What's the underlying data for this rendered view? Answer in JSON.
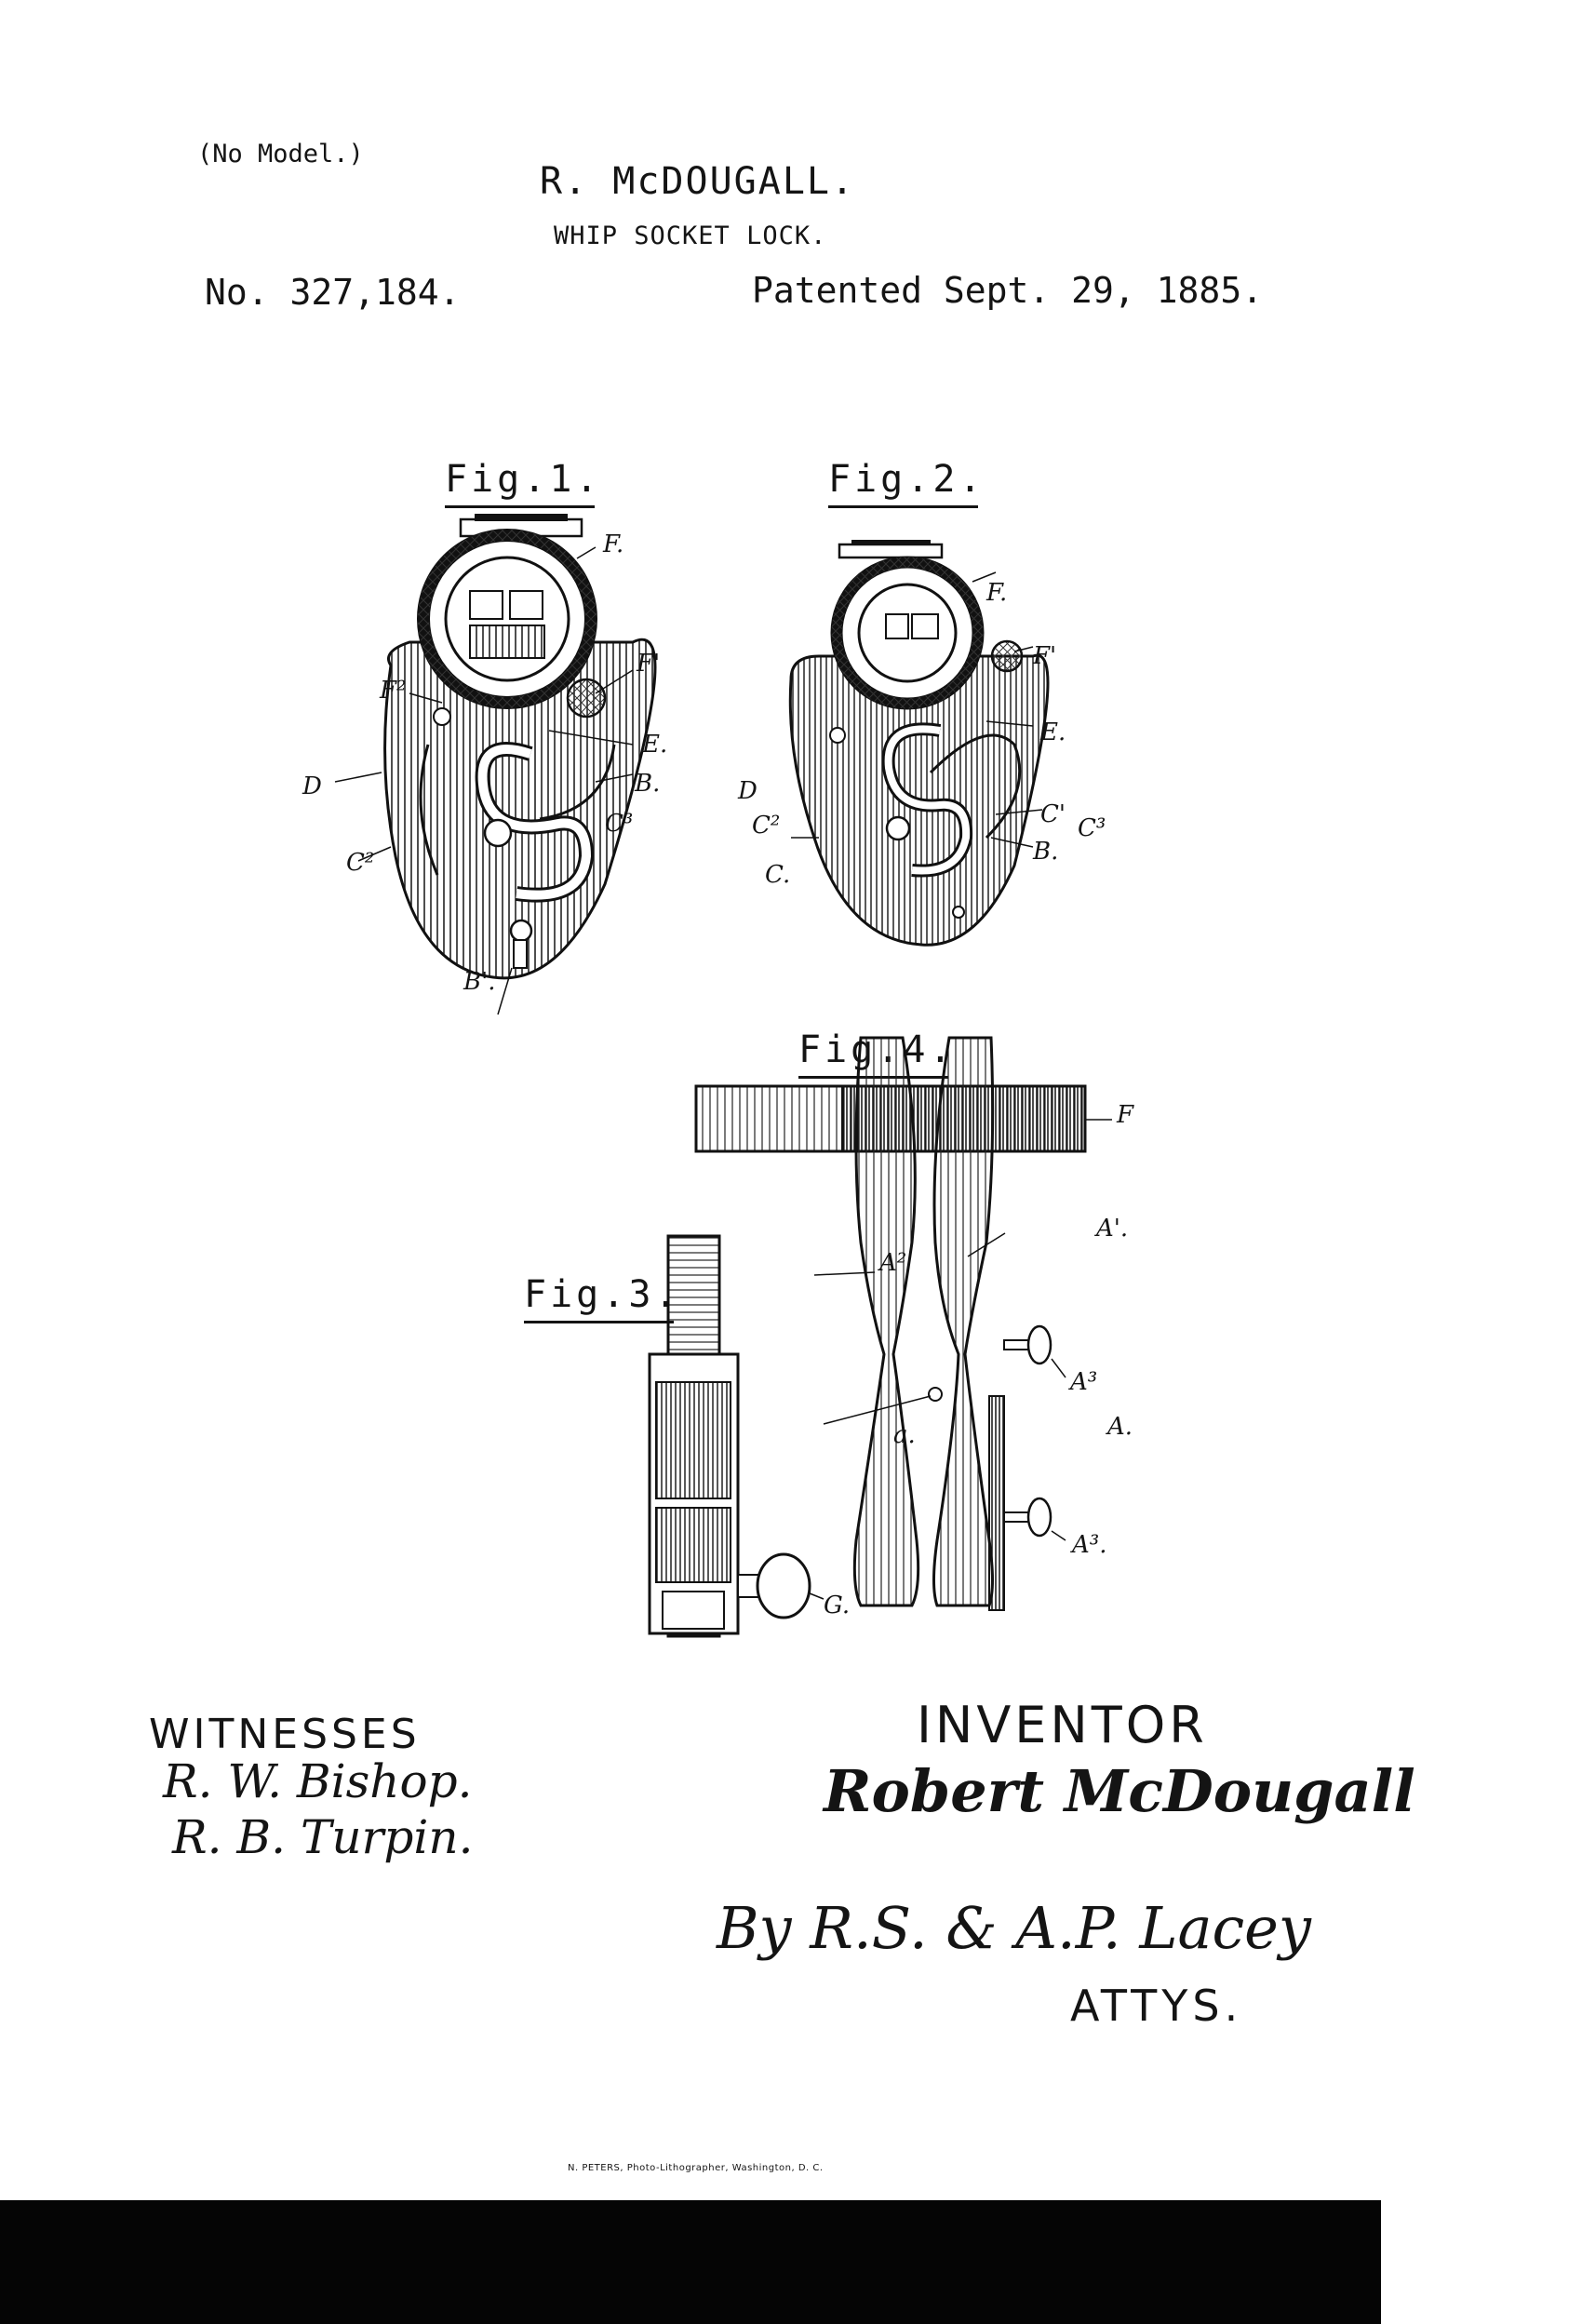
{
  "header": {
    "no_model": "(No Model.)",
    "inventor": "R. McDOUGALL.",
    "title": "WHIP SOCKET LOCK.",
    "patent_number": "No. 327,184.",
    "patent_date": "Patented Sept. 29, 1885."
  },
  "figures": {
    "fig1": {
      "label": "Fig.1.",
      "refs": {
        "F": "F.",
        "F1": "F'",
        "F2": "F²",
        "E": "E.",
        "B": "B.",
        "C3": "C³",
        "D": "D",
        "C2": "C²",
        "B1": "B'."
      }
    },
    "fig2": {
      "label": "Fig.2.",
      "refs": {
        "F": "F.",
        "F1": "F'",
        "E": "E.",
        "D": "D",
        "C2": "C²",
        "C1": "C'",
        "C3": "C³",
        "C": "C.",
        "B": "B."
      }
    },
    "fig3": {
      "label": "Fig.3.",
      "refs": {
        "G": "G."
      }
    },
    "fig4": {
      "label": "Fig.4.",
      "refs": {
        "F": "F",
        "A1": "A'.",
        "A2": "A²",
        "A3a": "A³",
        "A": "A.",
        "a": "a.",
        "A3b": "A³."
      }
    }
  },
  "footer": {
    "witnesses_heading": "WITNESSES",
    "witness_1": "R. W. Bishop.",
    "witness_2": "R. B. Turpin.",
    "inventor_heading": "INVENTOR",
    "inventor_signature": "Robert McDougall",
    "attorneys_signature": "By R.S. & A.P. Lacey",
    "attorneys_heading": "ATTYS.",
    "printer_credit": "N. PETERS, Photo-Lithographer, Washington, D. C."
  }
}
